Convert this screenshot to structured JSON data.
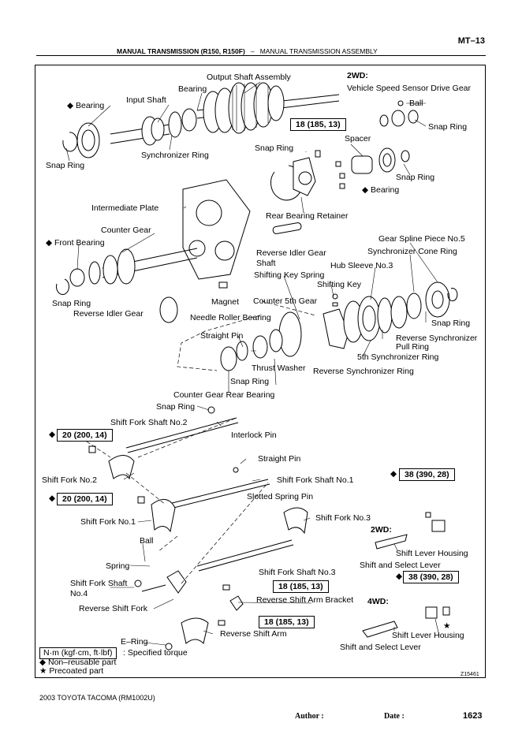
{
  "header": {
    "code": "MT–13",
    "section": "MANUAL TRANSMISSION (R150, R150F)",
    "separator": "–",
    "subsection": "MANUAL TRANSMISSION ASSEMBLY"
  },
  "labels": {
    "output_shaft_assembly": "Output Shaft Assembly",
    "bearing_top": "Bearing",
    "input_shaft": "Input Shaft",
    "bearing_left": "◆ Bearing",
    "snap_ring_left": "Snap Ring",
    "synchronizer_ring": "Synchronizer Ring",
    "twowd_top": "2WD:",
    "vss_drive_gear": "Vehicle Speed Sensor Drive Gear",
    "ball_top": "Ball",
    "snap_ring_top_right": "Snap Ring",
    "snap_ring_mid": "Snap Ring",
    "spacer": "Spacer",
    "snap_ring_right": "Snap Ring",
    "bearing_right": "◆ Bearing",
    "rear_bearing_retainer": "Rear Bearing Retainer",
    "intermediate_plate": "Intermediate Plate",
    "counter_gear": "Counter Gear",
    "front_bearing": "◆ Front Bearing",
    "gear_spline_piece": "Gear Spline Piece No.5",
    "synchronizer_cone_ring": "Synchronizer Cone Ring",
    "reverse_idler_gear_shaft_1": "Reverse Idler Gear",
    "reverse_idler_gear_shaft_2": "Shaft",
    "hub_sleeve": "Hub Sleeve No.3",
    "shifting_key_spring": "Shifting Key Spring",
    "shifting_key": "Shifting Key",
    "snap_ring_counter": "Snap Ring",
    "reverse_idler_gear": "Reverse Idler Gear",
    "magnet": "Magnet",
    "counter_5th_gear": "Counter 5th Gear",
    "needle_roller_bearing": "Needle Roller Bearing",
    "snap_ring_5th": "Snap Ring",
    "reverse_sync_pull_ring_1": "Reverse Synchronizer",
    "reverse_sync_pull_ring_2": "Pull Ring",
    "fifth_sync_ring": "5th Synchronizer Ring",
    "straight_pin_top": "Straight Pin",
    "thrust_washer": "Thrust Washer",
    "reverse_sync_ring": "Reverse Synchronizer Ring",
    "snap_ring_cg": "Snap Ring",
    "counter_gear_rear_bearing": "Counter Gear Rear Bearing",
    "snap_ring_fork": "Snap Ring",
    "shift_fork_shaft_2": "Shift Fork Shaft No.2",
    "interlock_pin": "Interlock Pin",
    "straight_pin_mid": "Straight Pin",
    "shift_fork_2": "Shift Fork No.2",
    "shift_fork_shaft_1": "Shift Fork Shaft No.1",
    "slotted_spring_pin": "Slotted Spring Pin",
    "shift_fork_3": "Shift Fork No.3",
    "shift_fork_1": "Shift Fork No.1",
    "twowd_mid": "2WD:",
    "ball_fork": "Ball",
    "shift_lever_housing_2wd": "Shift Lever Housing",
    "spring": "Spring",
    "shift_fork_shaft_3": "Shift Fork Shaft No.3",
    "shift_and_select_lever_2wd": "Shift and Select Lever",
    "shift_fork_shaft_4_1": "Shift Fork Shaft",
    "shift_fork_shaft_4_2": "No.4",
    "reverse_shift_arm_bracket": "Reverse Shift Arm Bracket",
    "reverse_shift_fork": "Reverse Shift Fork",
    "fourwd": "4WD:",
    "reverse_shift_arm": "Reverse Shift Arm",
    "shift_lever_housing_4wd": "Shift Lever Housing",
    "e_ring": "E–Ring",
    "shift_and_select_lever_4wd": "Shift and Select Lever",
    "figure_id": "Z15461"
  },
  "torques": {
    "t1": "18 (185, 13)",
    "t2": "20 (200, 14)",
    "t3": "20 (200, 14)",
    "t4": "38 (390, 28)",
    "t5": "18 (185, 13)",
    "t6": "38 (390, 28)",
    "t7": "18 (185, 13)"
  },
  "marks": {
    "diamond": "◆",
    "star": "★"
  },
  "legend": {
    "unit": "N·m (kgf·cm, ft·lbf)",
    "unit_desc": ": Specified torque",
    "nonreusable": "◆ Non–reusable part",
    "precoated": "★ Precoated part"
  },
  "footer": {
    "model": "2003 TOYOTA TACOMA   (RM1002U)",
    "author": "Author :",
    "date": "Date :",
    "page": "1623"
  }
}
